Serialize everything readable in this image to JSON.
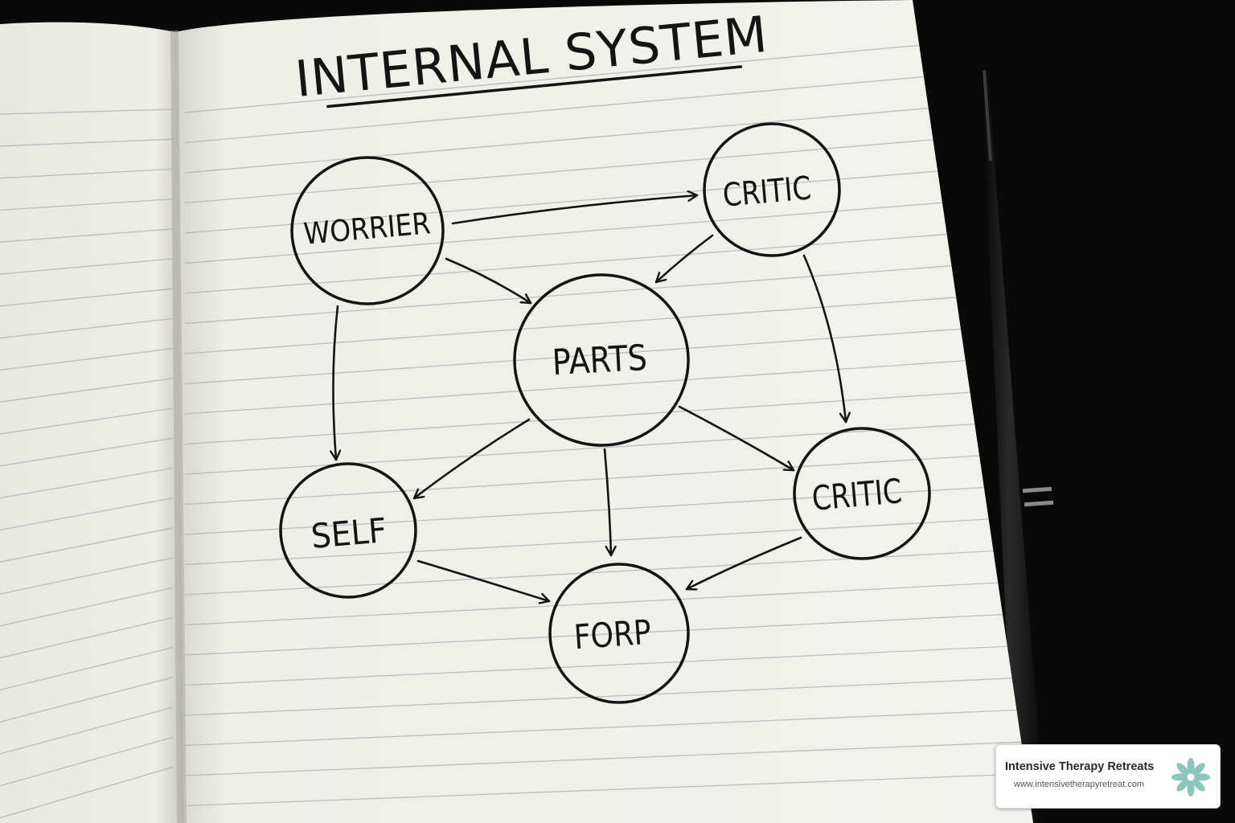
{
  "diagram": {
    "title": "INTERNAL SYSTEM",
    "nodes": [
      {
        "id": "worrier",
        "label": "WORRIER"
      },
      {
        "id": "critic_top",
        "label": "CRITIC"
      },
      {
        "id": "parts",
        "label": "PARTS"
      },
      {
        "id": "self",
        "label": "SELF"
      },
      {
        "id": "critic_right",
        "label": "CRITIC"
      },
      {
        "id": "forp",
        "label": "FORP"
      }
    ],
    "edges": [
      {
        "from": "worrier",
        "to": "critic_top"
      },
      {
        "from": "worrier",
        "to": "parts"
      },
      {
        "from": "critic_top",
        "to": "parts"
      },
      {
        "from": "critic_top",
        "to": "critic_right"
      },
      {
        "from": "worrier",
        "to": "self"
      },
      {
        "from": "parts",
        "to": "self"
      },
      {
        "from": "parts",
        "to": "forp"
      },
      {
        "from": "parts",
        "to": "critic_right"
      },
      {
        "from": "self",
        "to": "forp"
      },
      {
        "from": "critic_right",
        "to": "forp"
      }
    ]
  },
  "watermark": {
    "name": "Intensive Therapy Retreats",
    "url": "www.intensivetherapyretreat.com",
    "logo_icon": "teal-flower-icon",
    "logo_color": "#7fbfb4"
  },
  "colors": {
    "ink": "#141414",
    "paper": "#f1f0e9",
    "rule_line": "#a9adb6",
    "desk": "#0b0908"
  }
}
